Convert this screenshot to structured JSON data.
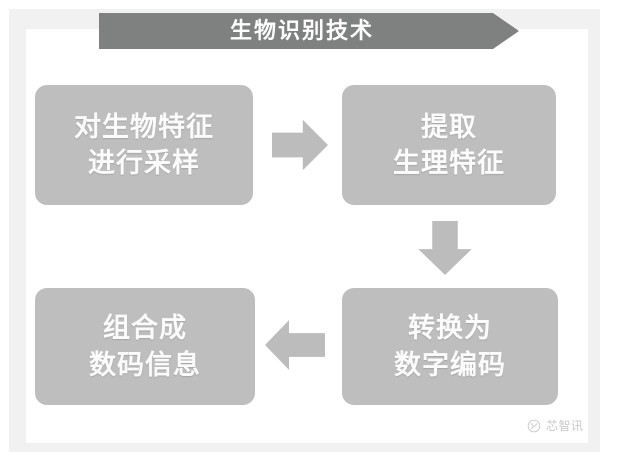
{
  "diagram": {
    "title": "生物识别技术",
    "colors": {
      "banner": "#7f8080",
      "box": "#bebebe",
      "arrow": "#bcbcbc",
      "box_text": "#fbfbfb",
      "frame": "#f1f1f1",
      "canvas": "#ffffff"
    },
    "nodes": [
      {
        "id": "sample",
        "lines": [
          "对生物特征",
          "进行采样"
        ],
        "order": 1
      },
      {
        "id": "extract",
        "lines": [
          "提取",
          "生理特征"
        ],
        "order": 2
      },
      {
        "id": "convert",
        "lines": [
          "转换为",
          "数字编码"
        ],
        "order": 3
      },
      {
        "id": "combine",
        "lines": [
          "组合成",
          "数码信息"
        ],
        "order": 4
      }
    ],
    "arrows": [
      {
        "id": "sample-to-extract",
        "direction": "right"
      },
      {
        "id": "extract-to-convert",
        "direction": "down"
      },
      {
        "id": "convert-to-combine",
        "direction": "left"
      }
    ]
  },
  "watermark": {
    "icon": "circle-logo-icon",
    "text": "芯智讯"
  }
}
